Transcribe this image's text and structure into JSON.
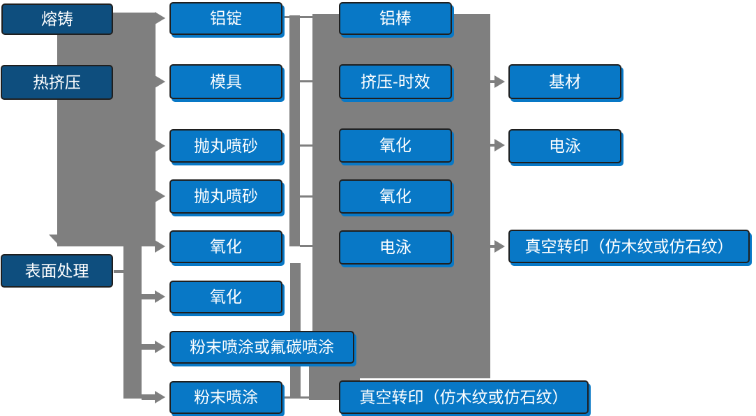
{
  "diagram": {
    "type": "flowchart",
    "description": "Aluminum profile production process flow diagram",
    "columns": [
      {
        "name": "process-stages",
        "boxes": [
          {
            "label": "熔铸"
          },
          {
            "label": "热挤压"
          },
          {
            "label": "表面处理"
          }
        ]
      },
      {
        "name": "stage-2",
        "boxes": [
          {
            "label": "铝锭"
          },
          {
            "label": "模具"
          },
          {
            "label": "抛丸喷砂"
          },
          {
            "label": "抛丸喷砂"
          },
          {
            "label": "氧化"
          },
          {
            "label": "氧化"
          },
          {
            "label": "粉末喷涂或氟碳喷涂"
          },
          {
            "label": "粉末喷涂"
          }
        ]
      },
      {
        "name": "stage-3",
        "boxes": [
          {
            "label": "铝棒"
          },
          {
            "label": "挤压-时效"
          },
          {
            "label": "氧化"
          },
          {
            "label": "氧化"
          },
          {
            "label": "电泳"
          },
          {
            "label": "真空转印（仿木纹或仿石纹）"
          }
        ]
      },
      {
        "name": "stage-4",
        "boxes": [
          {
            "label": "基材"
          },
          {
            "label": "电泳"
          },
          {
            "label": "真空转印（仿木纹或仿石纹）"
          }
        ]
      }
    ],
    "edges": {
      "down_arrows": [
        "熔铸→热挤压",
        "热挤压→表面处理"
      ],
      "trunk_arrows_to_column2": [
        "铝锭",
        "模具",
        "抛丸喷砂",
        "抛丸喷砂",
        "氧化",
        "氧化",
        "粉末喷涂或氟碳喷涂",
        "粉末喷涂"
      ],
      "row_links_col2_col3": [
        [
          "铝锭",
          "铝棒"
        ],
        [
          "模具",
          "挤压-时效"
        ],
        [
          "抛丸喷砂",
          "氧化"
        ],
        [
          "抛丸喷砂",
          "氧化"
        ],
        [
          "氧化",
          "电泳"
        ],
        [
          "粉末喷涂",
          "真空转印（仿木纹或仿石纹）"
        ]
      ],
      "arrows_col3_col4": [
        [
          "挤压-时效",
          "基材"
        ],
        [
          "氧化",
          "电泳"
        ],
        [
          "电泳",
          "真空转印（仿木纹或仿石纹）"
        ]
      ]
    }
  },
  "colors": {
    "box-blue": "#0878c6",
    "box-navy": "#0e4e7e",
    "connector-gray": "#7f7f7f",
    "box-border": "#1f1f1f",
    "text-white": "#ffffff",
    "background": "#ffffff"
  }
}
